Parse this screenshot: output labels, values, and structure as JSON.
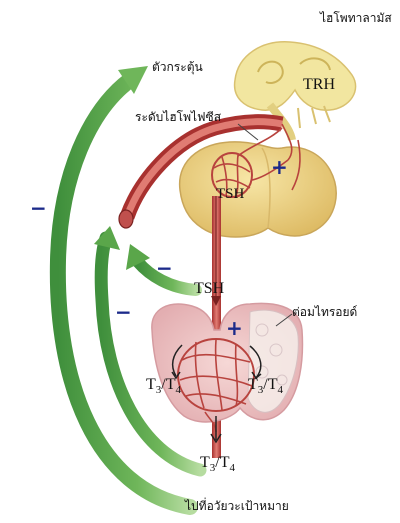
{
  "labels": {
    "hypothalamus": "ไฮโพทาลามัส",
    "stimulus": "ตัวกระตุ้น",
    "pituitary_vessel": "ระดับไฮโพไฟซีส",
    "thyroid": "ต่อมไทรอยด์",
    "target_organs": "ไปที่อวัยวะเป้าหมาย"
  },
  "hormones": {
    "trh": "TRH",
    "tsh_pituitary": "TSH",
    "tsh_stalk": "TSH",
    "t3t4_left": "T3/T4",
    "t3t4_right": "T3/T4",
    "t3t4_out": "T3/T4"
  },
  "signs": {
    "plus_pituitary": "+",
    "plus_thyroid": "+",
    "minus_outer": "−",
    "minus_middle": "−",
    "minus_short": "−"
  },
  "colors": {
    "feedback_arrow": "#5aa64a",
    "feedback_arrow_light": "#a8d28f",
    "vessel": "#c0504d",
    "pituitary": "#efd68a",
    "thyroid": "#f2c9cb",
    "plus_sign": "#1c2a8a",
    "minus_sign": "#1c2a8a"
  }
}
